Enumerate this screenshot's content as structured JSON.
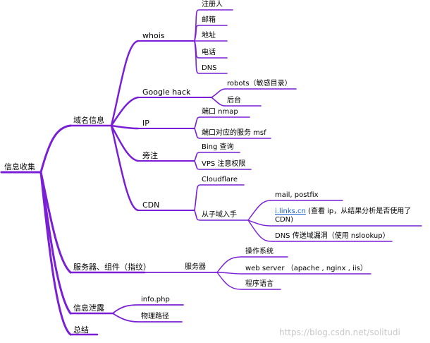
{
  "colors": {
    "branch": "#7a1fd6"
  },
  "root": {
    "label": "信息收集"
  },
  "domain": {
    "label": "域名信息",
    "whois": {
      "label": "whois",
      "items": [
        "注册人",
        "邮箱",
        "地址",
        "电话",
        "DNS"
      ]
    },
    "google": {
      "label": "Google hack",
      "items": [
        "robots（敏感目录）",
        "后台"
      ]
    },
    "ip": {
      "label": "IP",
      "items": [
        "端口 nmap",
        "端口对应的服务 msf"
      ]
    },
    "side": {
      "label": "旁注",
      "items": [
        "Bing 查询",
        "VPS 注意权限"
      ]
    },
    "cdn": {
      "label": "CDN",
      "cloudflare": "Cloudflare",
      "subdomain": {
        "label": "从子域入手",
        "mail": "mail, postfix",
        "ilinks_link": "i.links.cn",
        "ilinks_text": " (查看 ip，从结果分析是否使用了CDN)",
        "dns": "DNS 传送域漏洞（使用 nslookup）"
      }
    }
  },
  "server": {
    "label": "服务器、组件（指纹）",
    "sub": {
      "label": "服务器",
      "items": [
        "操作系统",
        "web server （apache , nginx , iis）",
        "程序语言"
      ]
    }
  },
  "leak": {
    "label": "信息泄露",
    "items": [
      "info.php",
      "物理路径"
    ]
  },
  "summary": {
    "label": "总结"
  },
  "watermark": "https://blog.csdn.net/solitudi"
}
